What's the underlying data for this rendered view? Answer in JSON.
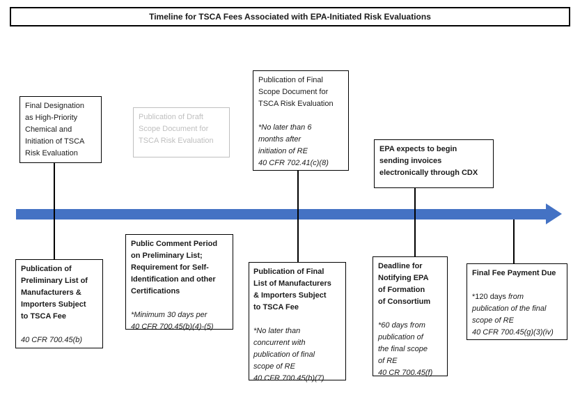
{
  "title": "Timeline for TSCA Fees Associated with EPA-Initiated Risk Evaluations",
  "colors": {
    "arrow": "#4472C4",
    "muted_gray": "#BFBFBF",
    "line": "#000000"
  },
  "events_above": [
    {
      "id": "final-designation",
      "title": "Final Designation\nas High-Priority\nChemical and\nInitiation of TSCA\nRisk Evaluation"
    },
    {
      "id": "draft-scope",
      "title": "Publication of Draft\nScope Document for\nTSCA Risk Evaluation",
      "muted": "true"
    },
    {
      "id": "final-scope",
      "title": "Publication of Final\nScope Document for\nTSCA Risk Evaluation",
      "note": "*No later than 6\nmonths after\ninitiation of RE\n40 CFR 702.41(c)(8)"
    },
    {
      "id": "cdx-invoices",
      "title": "EPA expects to begin\nsending invoices\nelectronically through CDX"
    }
  ],
  "events_below": [
    {
      "id": "preliminary-list",
      "title": "Publication of\nPreliminary List of\nManufacturers &\nImporters Subject\nto TSCA Fee",
      "note": "40 CFR 700.45(b)"
    },
    {
      "id": "public-comment",
      "title": "Public Comment Period\non Preliminary List;\nRequirement for Self-\nIdentification and other\nCertifications",
      "note": "*Minimum 30 days per\n40 CFR 700.45(b)(4)-(5)"
    },
    {
      "id": "final-list",
      "title": "Publication of Final\nList of Manufacturers\n& Importers Subject\nto TSCA Fee",
      "note": "*No later than\nconcurrent with\npublication of final\nscope of RE\n40 CFR 700.45(b)(7)"
    },
    {
      "id": "consortium-deadline",
      "title": "Deadline for\nNotifying EPA\nof Formation\nof Consortium",
      "note": "*60 days from\npublication of\nthe final scope\nof RE\n40 CR 700.45(f)"
    },
    {
      "id": "final-fee-payment",
      "title": "Final Fee Payment Due",
      "note_plain": "*120 days ",
      "note_italic": "from\npublication of the final\nscope of RE\n40 CFR 700.45(g)(3)(iv)"
    }
  ]
}
